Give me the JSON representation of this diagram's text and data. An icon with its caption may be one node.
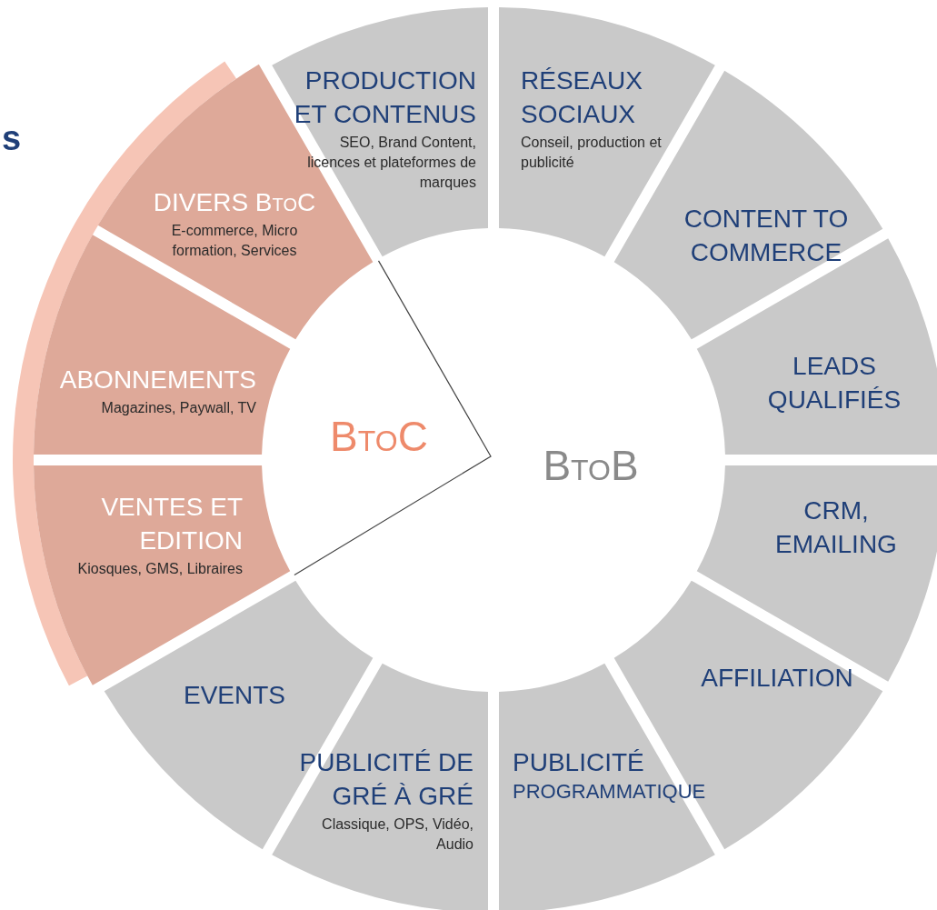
{
  "diagram": {
    "nodes": [
      {
        "text": [
          "PRODUCTION ET CONTENUS",
          "SEO, Brand Content, licences et plateformes de marques"
        ]
      },
      {
        "text": [
          "RÉSEAUX SOCIAUX",
          "Conseil, production et publicité"
        ]
      },
      {
        "text": [
          "CONTENT TO COMMERCE"
        ]
      },
      {
        "text": [
          "LEADS QUALIFIÉS"
        ]
      },
      {
        "text": [
          "CRM, EMAILING"
        ]
      },
      {
        "text": [
          "AFFILIATION"
        ]
      },
      {
        "text": [
          "PUBLICITÉ",
          "PROGRAMMATIQUE"
        ]
      },
      {
        "text": [
          "PUBLICITÉ DE GRÉ À GRÉ",
          "Classique, OPS, Vidéo, Audio"
        ]
      },
      {
        "text": [
          "EVENTS"
        ]
      },
      {
        "text": [
          "VENTES ET EDITION",
          "Kiosques, GMS, Libraires"
        ]
      },
      {
        "text": [
          "ABONNEMENTS",
          "Magazines, Paywall, TV"
        ]
      },
      {
        "text": [
          "DIVERS BtoC",
          "E-commerce, Micro formation, Services"
        ]
      },
      {
        "text": [
          "BtoC"
        ]
      },
      {
        "text": [
          "BtoB"
        ]
      }
    ],
    "labels": [
      "s"
    ]
  }
}
